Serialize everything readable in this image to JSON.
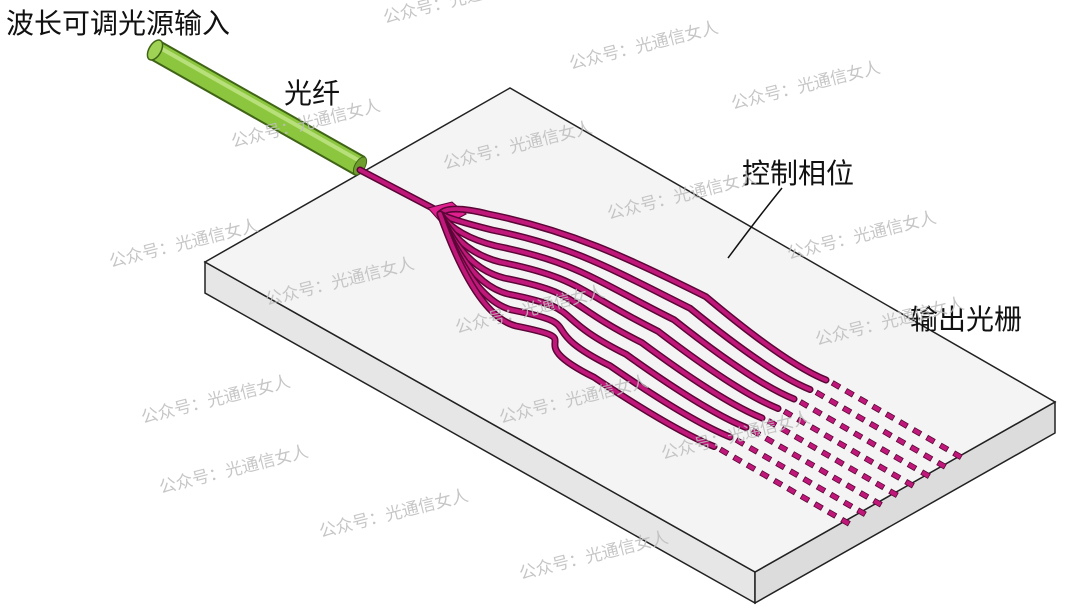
{
  "labels": {
    "input": "波长可调光源输入",
    "fiber": "光纤",
    "phase_control": "控制相位",
    "output_grating": "输出光栅"
  },
  "watermark": "公众号：光通信女人",
  "colors": {
    "fiber": "#8cc63f",
    "waveguide": "#c0187a",
    "waveguide_dark": "#5a0636",
    "chip_top": "#f4f4f4",
    "chip_side": "#e6e6e6"
  },
  "waveguide_count": 8,
  "grating_elements_per_line": 10
}
